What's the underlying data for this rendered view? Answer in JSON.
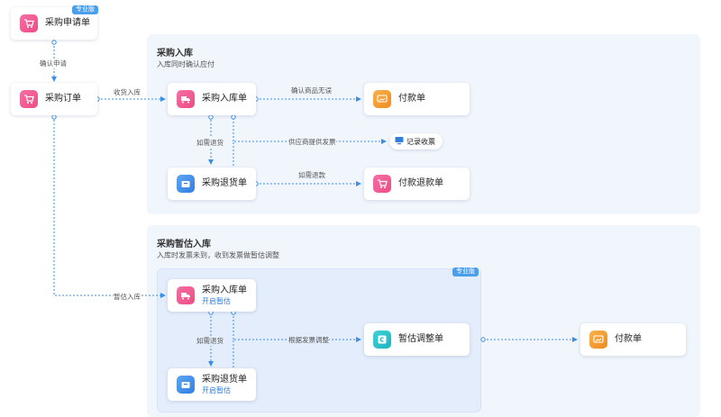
{
  "pro_badge": "专业版",
  "nodes": {
    "requisition": "采购申请单",
    "order": "采购订单",
    "receipt_1": "采购入库单",
    "payment_1": "付款单",
    "return_1": "采购退货单",
    "refund": "付款退款单",
    "receipt_2": "采购入库单",
    "receipt_2_sub": "开启暂估",
    "return_2": "采购退货单",
    "return_2_sub": "开启暂估",
    "adjustment": "暂估调整单",
    "payment_2": "付款单",
    "invoice_record": "记录收票"
  },
  "sections": {
    "inbound": {
      "title": "采购入库",
      "subtitle": "入库同时确认应付"
    },
    "estimated": {
      "title": "采购暂估入库",
      "subtitle": "入库时发票未到，收到发票做暂估调整"
    }
  },
  "edges": {
    "confirm_request": "确认申请",
    "receive_goods": "收货入库",
    "confirm_goods": "确认商品无误",
    "return_if_needed_1": "如需退货",
    "supplier_invoice": "供应商提供发票",
    "refund_if_needed": "如需退款",
    "estimated_inbound": "暂估入库",
    "return_if_needed_2": "如需退货",
    "adjust_by_invoice": "根据发票调整"
  },
  "colors": {
    "line": "#3a8ee6",
    "section_bg": "#f1f6fc",
    "pro_bg": "#e3edfb",
    "badge": "#4a9eea"
  }
}
